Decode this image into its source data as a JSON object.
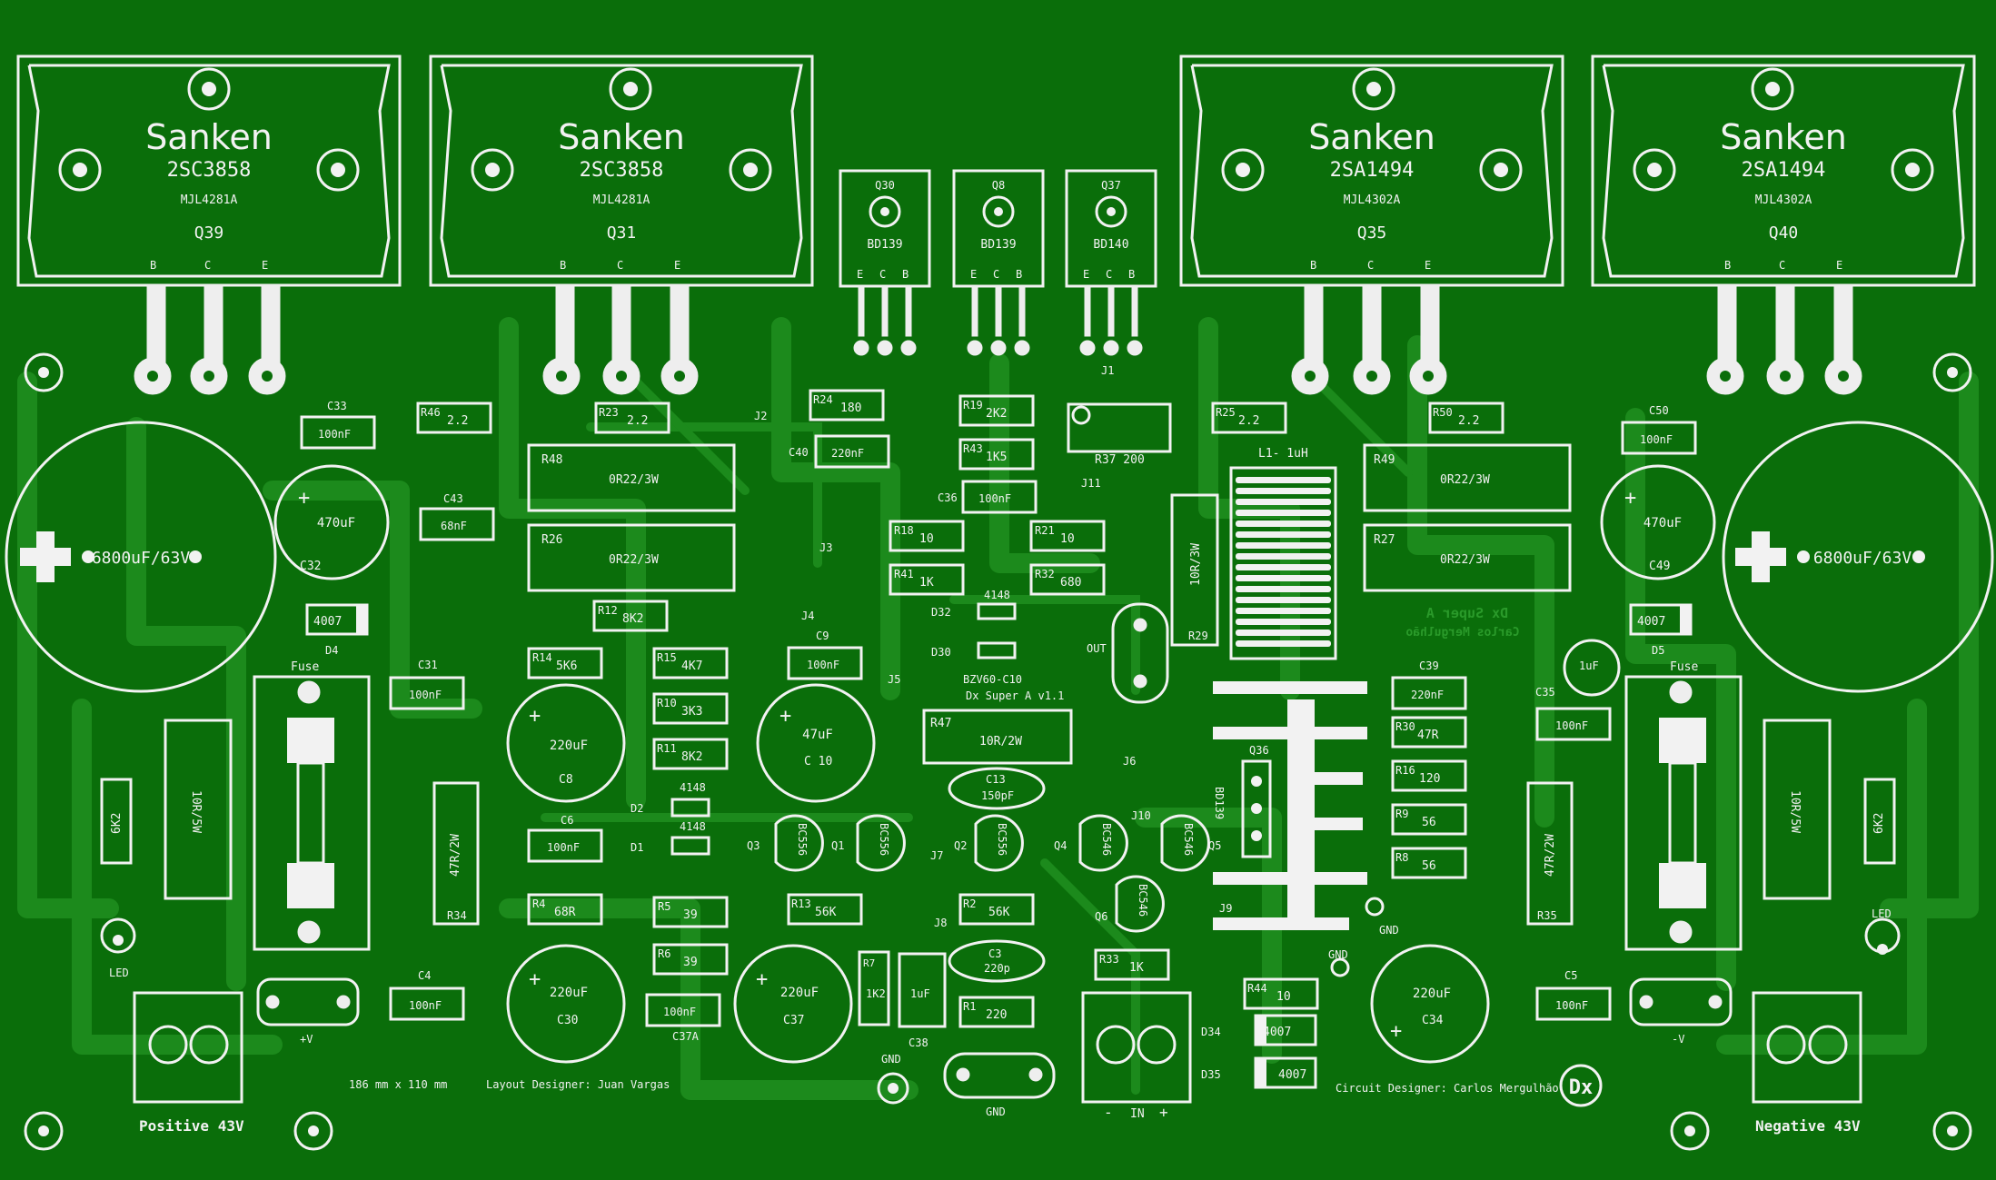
{
  "board": {
    "bg": "#0a6e0a",
    "trace": "#1c8a1c",
    "silk": "#f2f2f2",
    "title": "Dx Super A",
    "title_mirrored": "Dx Super A",
    "designer_mirrored": "Carlos Mergulhão",
    "size": "186 mm x 110 mm",
    "layout_designer": "Layout Designer: Juan Vargas",
    "circuit_designer": "Circuit Designer: Carlos Mergulhão",
    "version": "Dx Super A   v1.1",
    "logo": "Dx",
    "positive": "Positive 43V",
    "negative": "Negative 43V",
    "plus_v": "+V",
    "minus_v": "-V",
    "in_label": "IN",
    "minus": "-",
    "plus": "+",
    "gnd": "GND",
    "out": "OUT",
    "fuse": "Fuse",
    "led": "LED"
  },
  "power_transistors": [
    {
      "brand": "Sanken",
      "part": "2SC3858",
      "alt": "MJL4281A",
      "ref": "Q39"
    },
    {
      "brand": "Sanken",
      "part": "2SC3858",
      "alt": "MJL4281A",
      "ref": "Q31"
    },
    {
      "brand": "Sanken",
      "part": "2SA1494",
      "alt": "MJL4302A",
      "ref": "Q35"
    },
    {
      "brand": "Sanken",
      "part": "2SA1494",
      "alt": "MJL4302A",
      "ref": "Q40"
    }
  ],
  "pins": {
    "b": "B",
    "c": "C",
    "e": "E"
  },
  "drivers": [
    {
      "ref": "Q30",
      "part": "BD139"
    },
    {
      "ref": "Q8",
      "part": "BD139"
    },
    {
      "ref": "Q37",
      "part": "BD140"
    }
  ],
  "big_caps": {
    "value": "6800uF/63V"
  },
  "labels": {
    "c33": "C33",
    "c33v": "100nF",
    "r46": "R46",
    "r46v": "2.2",
    "r23": "R23",
    "r23v": "2.2",
    "r24": "R24",
    "r24v": "180",
    "c40": "C40",
    "c40v": "220nF",
    "r19": "R19",
    "r19v": "2K2",
    "r43": "R43",
    "r43v": "1K5",
    "c36": "C36",
    "c36v": "100nF",
    "r37": "R37 200",
    "j1": "J1",
    "j2": "J2",
    "j3": "J3",
    "j4": "J4",
    "j5": "J5",
    "j6": "J6",
    "j7": "J7",
    "j8": "J8",
    "j9": "J9",
    "j10": "J10",
    "j11": "J11",
    "r25": "R25",
    "r25v": "2.2",
    "r50": "R50",
    "r50v": "2.2",
    "c50": "C50",
    "c50v": "100nF",
    "c32v": "470uF",
    "c32": "C32",
    "c49v": "470uF",
    "c49": "C49",
    "c43": "C43",
    "c43v": "68nF",
    "r48": "R48",
    "r48v": "0R22/3W",
    "r26": "R26",
    "r26v": "0R22/3W",
    "r49": "R49",
    "r49v": "0R22/3W",
    "r27": "R27",
    "r27v": "0R22/3W",
    "r18": "R18",
    "r18v": "10",
    "r41": "R41",
    "r41v": "1K",
    "r21": "R21",
    "r21v": "10",
    "r32": "R32",
    "r32v": "680",
    "l1": "L1- 1uH",
    "r29v": "10R/3W",
    "r29": "R29",
    "d4v": "4007",
    "d4": "D4",
    "d5v": "4007",
    "d5": "D5",
    "r12": "R12",
    "r12v": "8K2",
    "d32": "D32",
    "d30": "D30",
    "d_4148": "4148",
    "bzv": "BZV60-C10",
    "c9": "C9",
    "c9v": "100nF",
    "c31": "C31",
    "c31v": "100nF",
    "r14": "R14",
    "r14v": "5K6",
    "r15": "R15",
    "r15v": "4K7",
    "r10": "R10",
    "r10v": "3K3",
    "r11": "R11",
    "r11v": "8K2",
    "c8v": "220uF",
    "c8": "C8",
    "c10v": "47uF",
    "c10": "C 10",
    "r47": "R47",
    "r47v": "10R/2W",
    "c13": "C13",
    "c13v": "150pF",
    "q36": "Q36",
    "bd139": "BD139",
    "c39": "C39",
    "c39v": "220nF",
    "c35": "C35",
    "c35v": "100nF",
    "c35s": "1uF",
    "r30": "R30",
    "r30v": "47R",
    "r16": "R16",
    "r16v": "120",
    "r9": "R9",
    "r9v": "56",
    "r8": "R8",
    "r8v": "56",
    "r6k2": "6K2",
    "r10r5w": "10R/5W",
    "r47r2w": "47R/2W",
    "r34": "R34",
    "r35": "R35",
    "c6": "C6",
    "c6v": "100nF",
    "d2": "D2",
    "d1": "D1",
    "q3": "Q3",
    "q1": "Q1",
    "q2": "Q2",
    "q4": "Q4",
    "q5": "Q5",
    "q6": "Q6",
    "bc556": "BC556",
    "bc546": "BC546",
    "r4": "R4",
    "r4v": "68R",
    "r5": "R5",
    "r5v": "39",
    "r13": "R13",
    "r13v": "56K",
    "r2": "R2",
    "r2v": "56K",
    "r6": "R6",
    "r6v": "39",
    "c37a": "C37A",
    "c37av": "100nF",
    "c30v": "220uF",
    "c30": "C30",
    "c37v": "220uF",
    "c37": "C37",
    "r7": "R7",
    "r7v": "1K2",
    "c38": "C38",
    "c38v": "1uF",
    "c3": "C3",
    "c3v": "220p",
    "r1": "R1",
    "r1v": "220",
    "r33": "R33",
    "r33v": "1K",
    "r44": "R44",
    "r44v": "10",
    "d34": "D34",
    "d35": "D35",
    "d34v": "4007",
    "d35v": "4007",
    "c34v": "220uF",
    "c34": "C34",
    "c4": "C4",
    "c4v": "100nF",
    "c5": "C5",
    "c5v": "100nF"
  }
}
